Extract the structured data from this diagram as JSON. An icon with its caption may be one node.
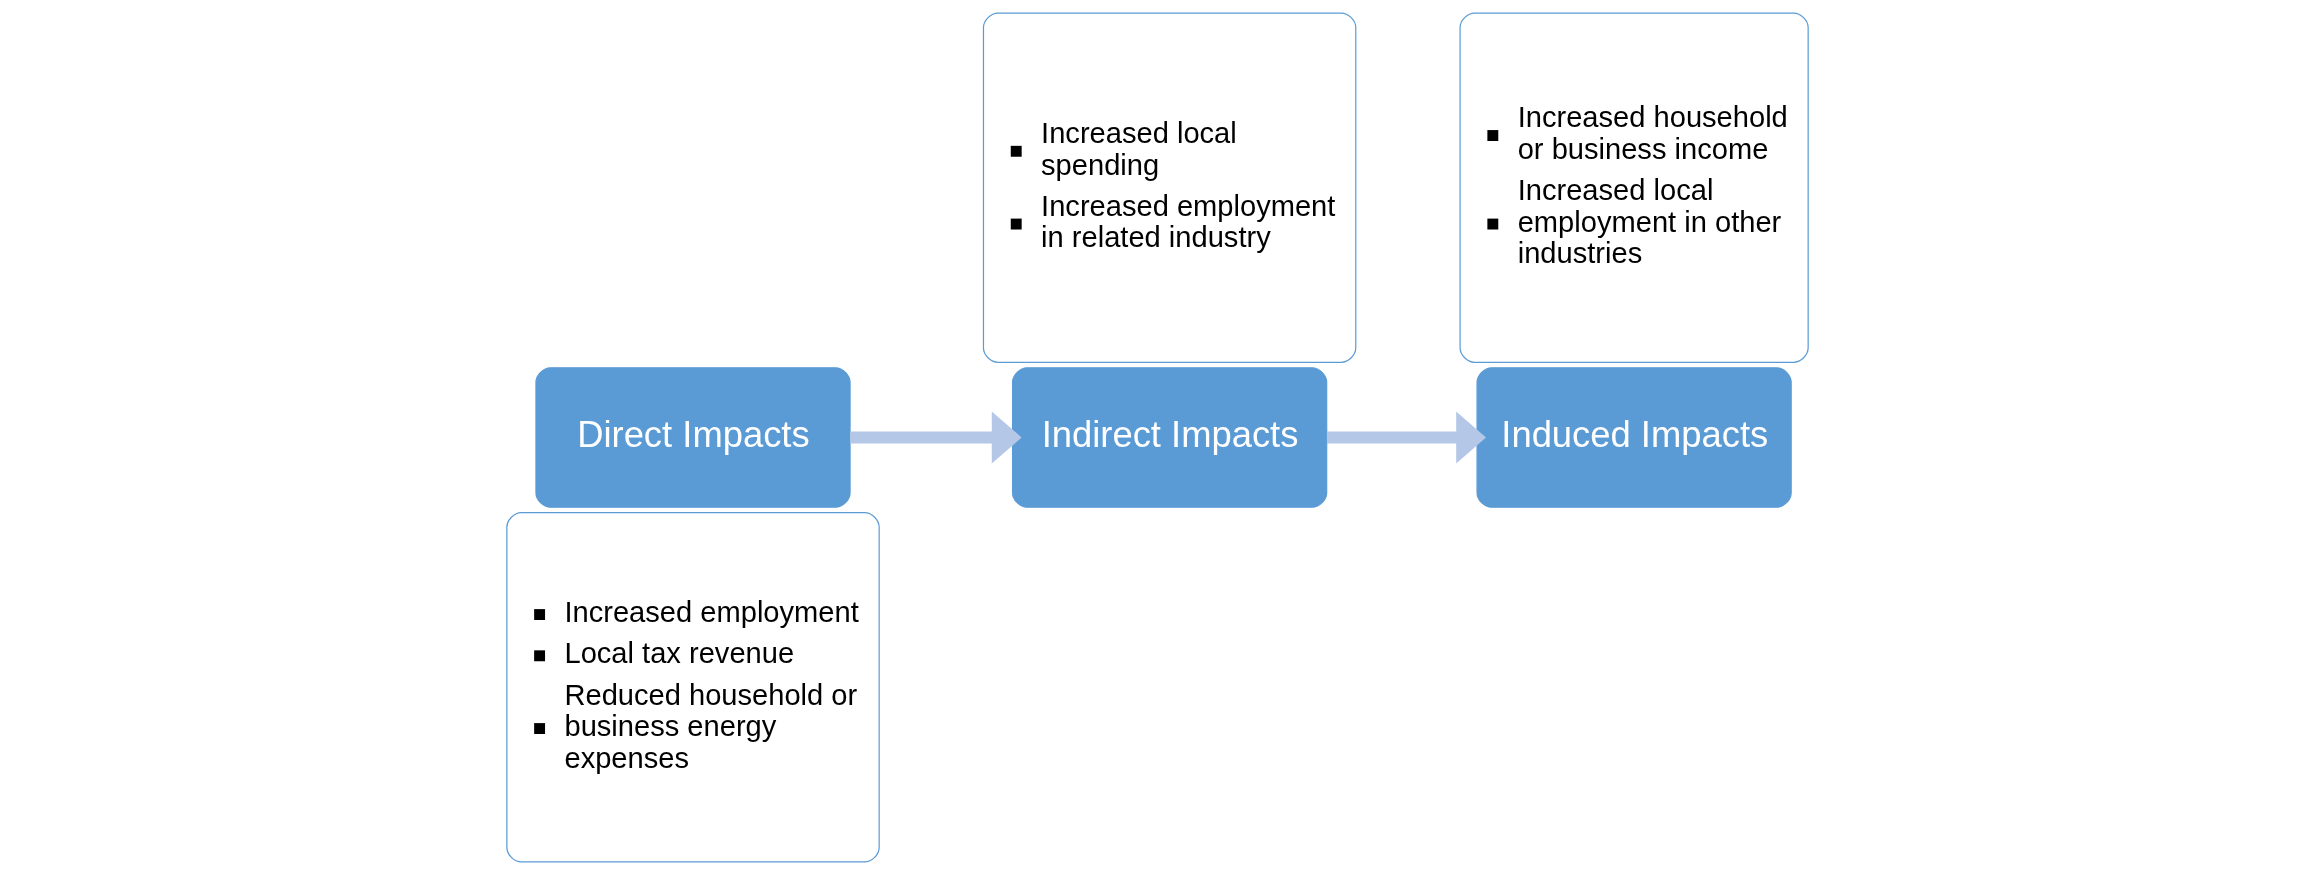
{
  "diagram": {
    "nodes": [
      {
        "text": [
          "Direct Impacts"
        ]
      },
      {
        "text": [
          "Increased employment",
          "Local tax revenue",
          "Reduced household or business energy expenses"
        ]
      },
      {
        "text": [
          "Indirect Impacts"
        ]
      },
      {
        "text": [
          "Increased local spending",
          "Increased employment in related industry"
        ]
      },
      {
        "text": [
          "Induced Impacts"
        ]
      },
      {
        "text": [
          "Increased household or business income",
          "Increased local employment in other industries"
        ]
      }
    ],
    "edges": [
      {
        "from": 0,
        "to": 2,
        "arrow": "to"
      },
      {
        "from": 2,
        "to": 4,
        "arrow": "to"
      }
    ]
  }
}
